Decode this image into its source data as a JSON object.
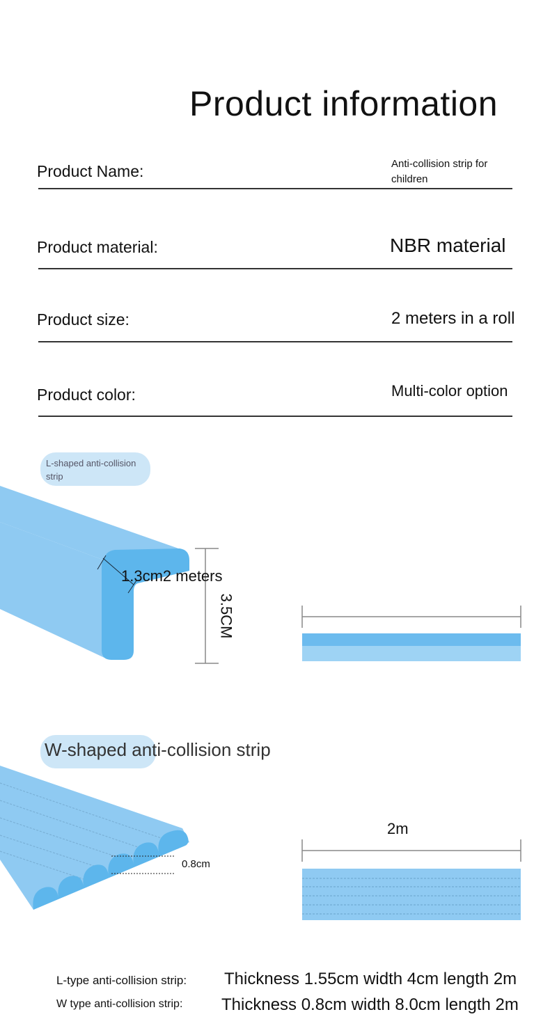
{
  "title": "Product information",
  "rows": [
    {
      "label": "Product Name:",
      "value": "Anti-collision strip for children"
    },
    {
      "label": "Product material:",
      "value": "NBR material"
    },
    {
      "label": "Product size:",
      "value": "2 meters in a roll"
    },
    {
      "label": "Product color:",
      "value": "Multi-color option"
    }
  ],
  "l_section": {
    "tag": "L-shaped anti-collision strip",
    "dim_diag": "1.3cm2 meters",
    "dim_height": "3.5CM"
  },
  "w_section": {
    "tag": "W-shaped anti-collision strip",
    "dim_thickness": "0.8cm",
    "dim_length": "2m"
  },
  "specs": [
    {
      "label": "L-type anti-collision strip:",
      "value": "Thickness 1.55cm width 4cm length 2m"
    },
    {
      "label": "W type anti-collision strip:",
      "value": "Thickness 0.8cm width 8.0cm length 2m"
    }
  ],
  "colors": {
    "strip_light": "#8fcaf2",
    "strip_mid": "#6cbbee",
    "strip_dark": "#5aaee6",
    "pill": "#cde6f7"
  }
}
